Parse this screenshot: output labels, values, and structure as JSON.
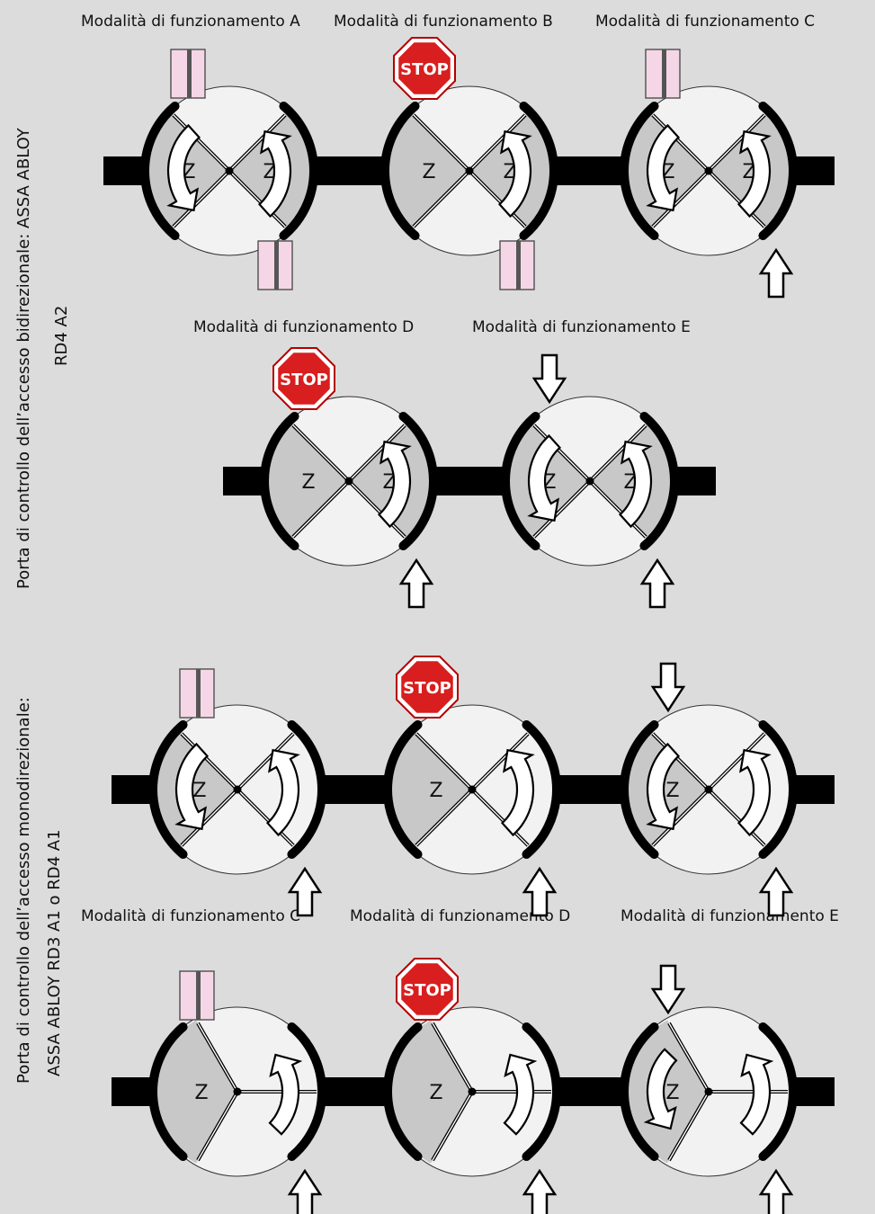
{
  "labels": {
    "mode_a": "Modalità di funzionamento A",
    "mode_b": "Modalità di funzionamento B",
    "mode_c": "Modalità di funzionamento C",
    "mode_d": "Modalità di funzionamento D",
    "mode_e": "Modalità di funzionamento E"
  },
  "side_bi": {
    "line1": "Porta di controllo dell’accesso bidirezionale: ASSA ABLOY",
    "line2": "RD4 A2"
  },
  "side_mono": {
    "line1": "Porta di controllo dell’accesso monodirezionale:",
    "line2": "ASSA ABLOY RD3 A1 o RD4 A1"
  },
  "zone_label": "Z",
  "stop_label": "STOP",
  "colors": {
    "background": "#dcdcdc",
    "door_fill": "#f2f2f2",
    "zone_fill": "#c8c8c8",
    "frame": "#000000",
    "stop_red": "#d81e1e",
    "card_pink": "#f5d6e6",
    "card_stripe": "#555555"
  }
}
